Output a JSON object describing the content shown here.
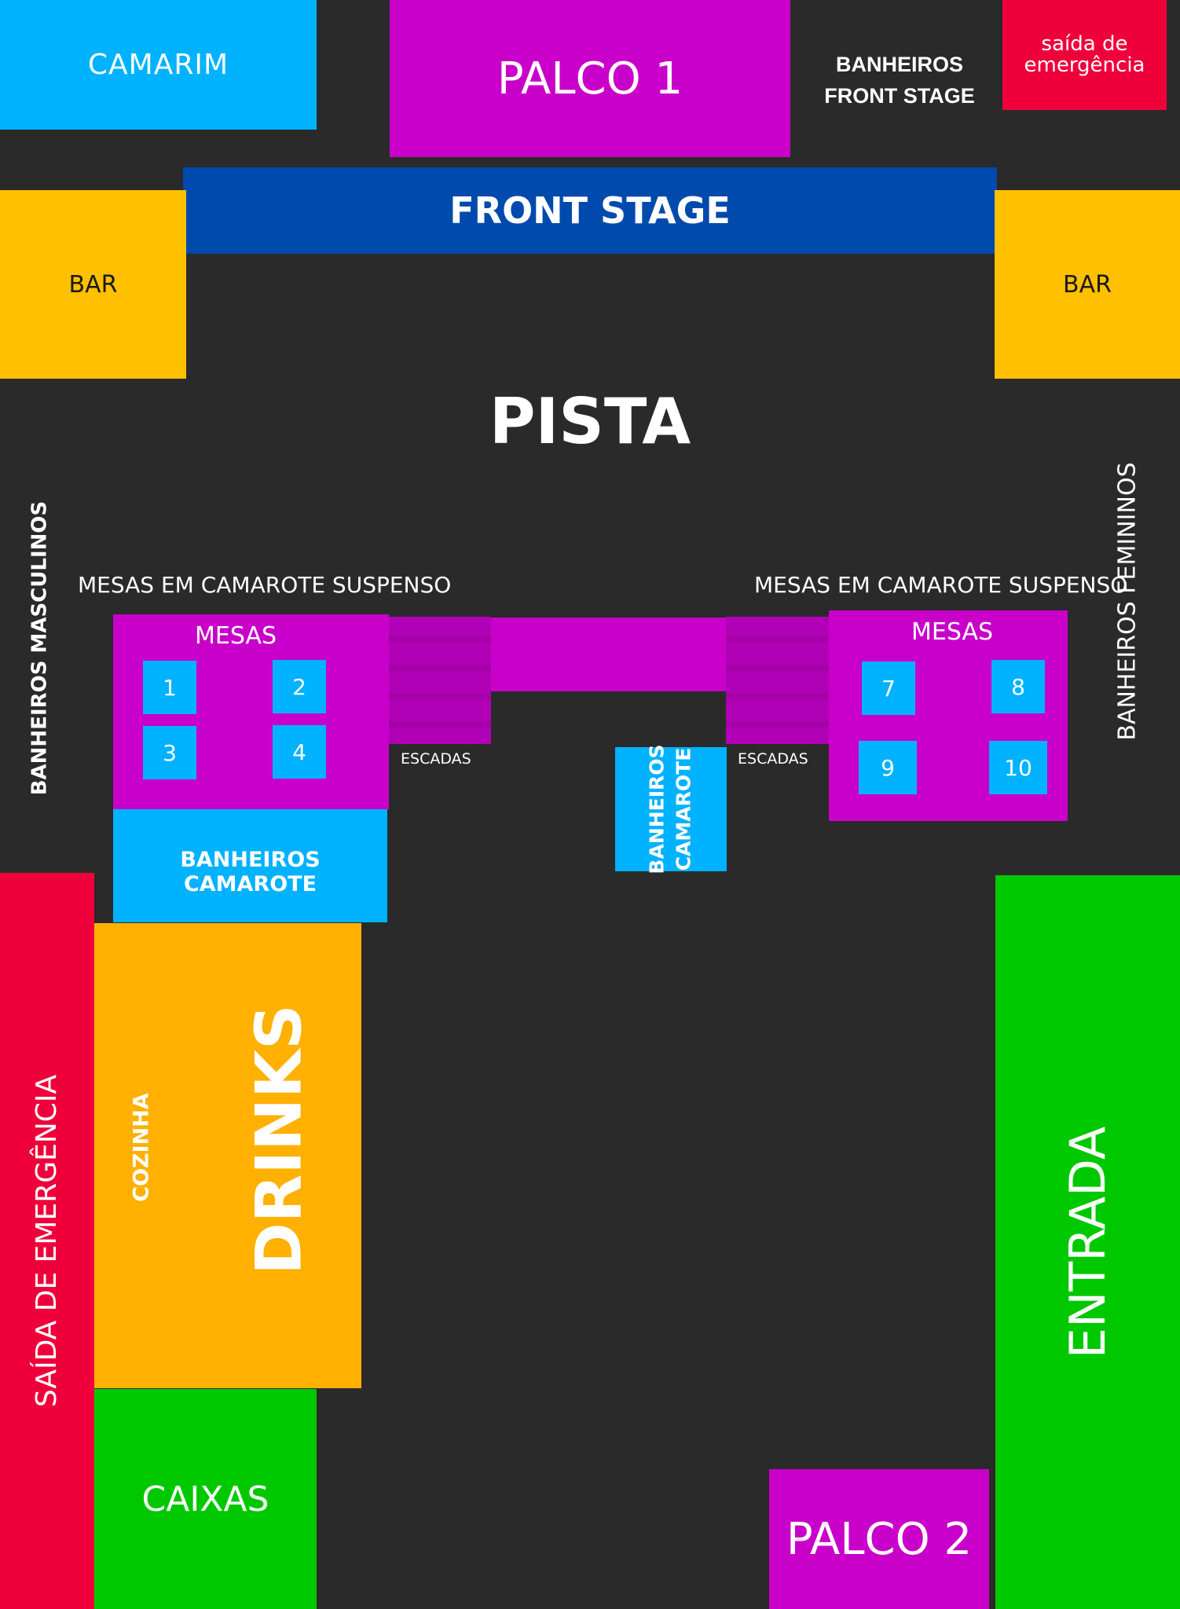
{
  "colors": {
    "background": "#2a2a2a",
    "cyan": "#00b2ff",
    "magenta": "#c900c9",
    "navy": "#004aad",
    "yellow": "#ffc000",
    "orange": "#ffb000",
    "red": "#f0003a",
    "green": "#00c800"
  },
  "top": {
    "camarim": "CAMARIM",
    "palco1": "PALCO 1",
    "banheiros_front_stage_line1": "BANHEIROS",
    "banheiros_front_stage_line2": "FRONT STAGE",
    "saida_line1": "saída de",
    "saida_line2": "emergência",
    "front_stage": "FRONT STAGE",
    "bar_left": "BAR",
    "bar_right": "BAR"
  },
  "pista": "PISTA",
  "side": {
    "banheiros_masculinos": "BANHEIROS MASCULINOS",
    "banheiros_femininos": "BANHEIROS FEMININOS"
  },
  "camarote": {
    "caption_left": "MESAS EM CAMAROTE SUSPENSO",
    "caption_right": "MESAS EM CAMAROTE SUSPENSO",
    "mesas_left": "MESAS",
    "mesas_right": "MESAS",
    "tables_left": [
      "1",
      "2",
      "3",
      "4"
    ],
    "tables_right": [
      "7",
      "8",
      "9",
      "10"
    ],
    "escadas_left": "ESCADAS",
    "escadas_right": "ESCADAS",
    "banheiros_camarote": "BANHEIROS CAMAROTE",
    "banheiros_center_line1": "BANHEIROS",
    "banheiros_center_line2": "CAMAROTE"
  },
  "bottom": {
    "saida_emergencia": "SAÍDA DE EMERGÊNCIA",
    "cozinha": "COZINHA",
    "drinks": "DRINKS",
    "caixas": "CAIXAS",
    "entrada": "ENTRADA",
    "palco2": "PALCO 2"
  }
}
